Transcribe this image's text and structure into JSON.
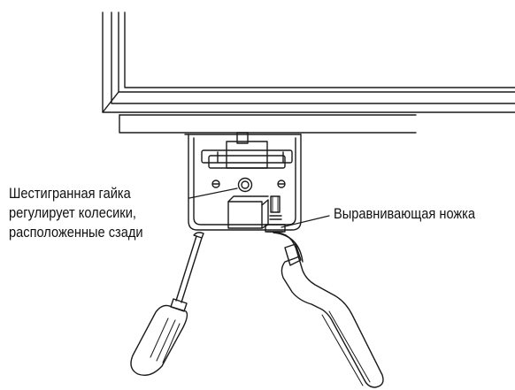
{
  "labels": {
    "hex_nut_lines": [
      "Шестигранная гайка",
      "регулирует колесики,",
      "расположенные сзади"
    ],
    "leveling_foot": "Выравнивающая ножка"
  },
  "colors": {
    "line": "#1a1a1a",
    "background": "#ffffff"
  },
  "icons": [
    "screwdriver-icon",
    "wrench-icon",
    "hex-nut-icon",
    "leveling-foot-icon"
  ]
}
